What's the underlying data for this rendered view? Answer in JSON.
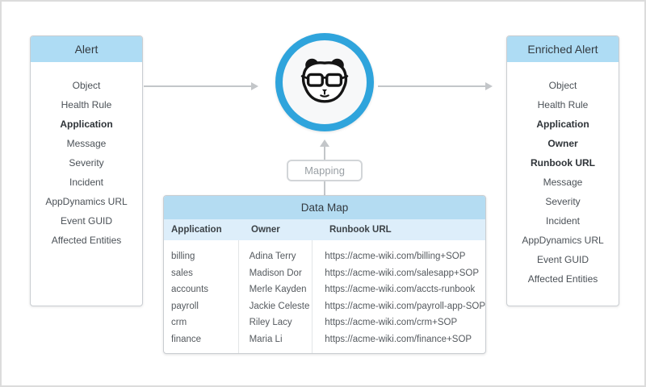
{
  "colors": {
    "accent_blue": "#2fa4dc",
    "panel_header_blue": "#aedcf4",
    "table_title_blue": "#b4dcf2",
    "table_colhead_blue": "#ddeefa",
    "arrow_gray": "#c3c6c9",
    "border_gray": "#c9cdd1",
    "panda_black": "#151515"
  },
  "alert_panel": {
    "title": "Alert",
    "items": [
      {
        "label": "Object",
        "bold": false
      },
      {
        "label": "Health Rule",
        "bold": false
      },
      {
        "label": "Application",
        "bold": true
      },
      {
        "label": "Message",
        "bold": false
      },
      {
        "label": "Severity",
        "bold": false
      },
      {
        "label": "Incident",
        "bold": false
      },
      {
        "label": "AppDynamics URL",
        "bold": false
      },
      {
        "label": "Event GUID",
        "bold": false
      },
      {
        "label": "Affected Entities",
        "bold": false
      }
    ]
  },
  "enriched_panel": {
    "title": "Enriched Alert",
    "items": [
      {
        "label": "Object",
        "bold": false
      },
      {
        "label": "Health Rule",
        "bold": false
      },
      {
        "label": "Application",
        "bold": true
      },
      {
        "label": "Owner",
        "bold": true
      },
      {
        "label": "Runbook URL",
        "bold": true
      },
      {
        "label": "Message",
        "bold": false
      },
      {
        "label": "Severity",
        "bold": false
      },
      {
        "label": "Incident",
        "bold": false
      },
      {
        "label": "AppDynamics URL",
        "bold": false
      },
      {
        "label": "Event GUID",
        "bold": false
      },
      {
        "label": "Affected Entities",
        "bold": false
      }
    ]
  },
  "mapping": {
    "label": "Mapping"
  },
  "hub_icon": "panda-glasses-logo",
  "data_map": {
    "title": "Data Map",
    "columns": [
      "Application",
      "Owner",
      "Runbook URL"
    ],
    "rows": [
      [
        "billing",
        "Adina Terry",
        "https://acme-wiki.com/billing+SOP"
      ],
      [
        "sales",
        "Madison Dor",
        "https://acme-wiki.com/salesapp+SOP"
      ],
      [
        "accounts",
        "Merle Kayden",
        "https://acme-wiki.com/accts-runbook"
      ],
      [
        "payroll",
        "Jackie Celeste",
        "https://acme-wiki.com/payroll-app-SOP"
      ],
      [
        "crm",
        "Riley Lacy",
        "https://acme-wiki.com/crm+SOP"
      ],
      [
        "finance",
        "Maria Li",
        "https://acme-wiki.com/finance+SOP"
      ]
    ]
  }
}
